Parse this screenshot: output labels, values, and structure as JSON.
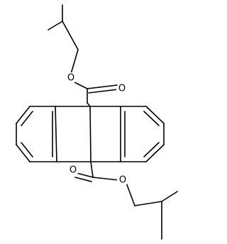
{
  "structure": {
    "atoms": [
      {
        "id": "a1",
        "element": "O"
      },
      {
        "id": "a2",
        "element": "O"
      },
      {
        "id": "a3",
        "element": "O"
      },
      {
        "id": "a4",
        "element": "O"
      }
    ]
  }
}
